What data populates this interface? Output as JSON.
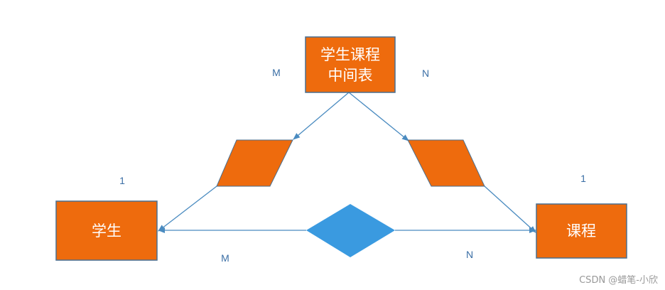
{
  "entities": {
    "middle": {
      "line1": "学生课程",
      "line2": "中间表"
    },
    "student": {
      "label": "学生"
    },
    "course": {
      "label": "课程"
    }
  },
  "cardinalities": {
    "top_left": "M",
    "top_right": "N",
    "left_one": "1",
    "right_one": "1",
    "bottom_left": "M",
    "bottom_right": "N"
  },
  "watermark": "CSDN @蜡笔-小欣",
  "colors": {
    "entity_fill": "#ee6b0d",
    "entity_stroke": "#4a6f8f",
    "diamond_fill": "#3a9ae0",
    "line": "#4a8bc0",
    "label": "#3a6ea5"
  }
}
